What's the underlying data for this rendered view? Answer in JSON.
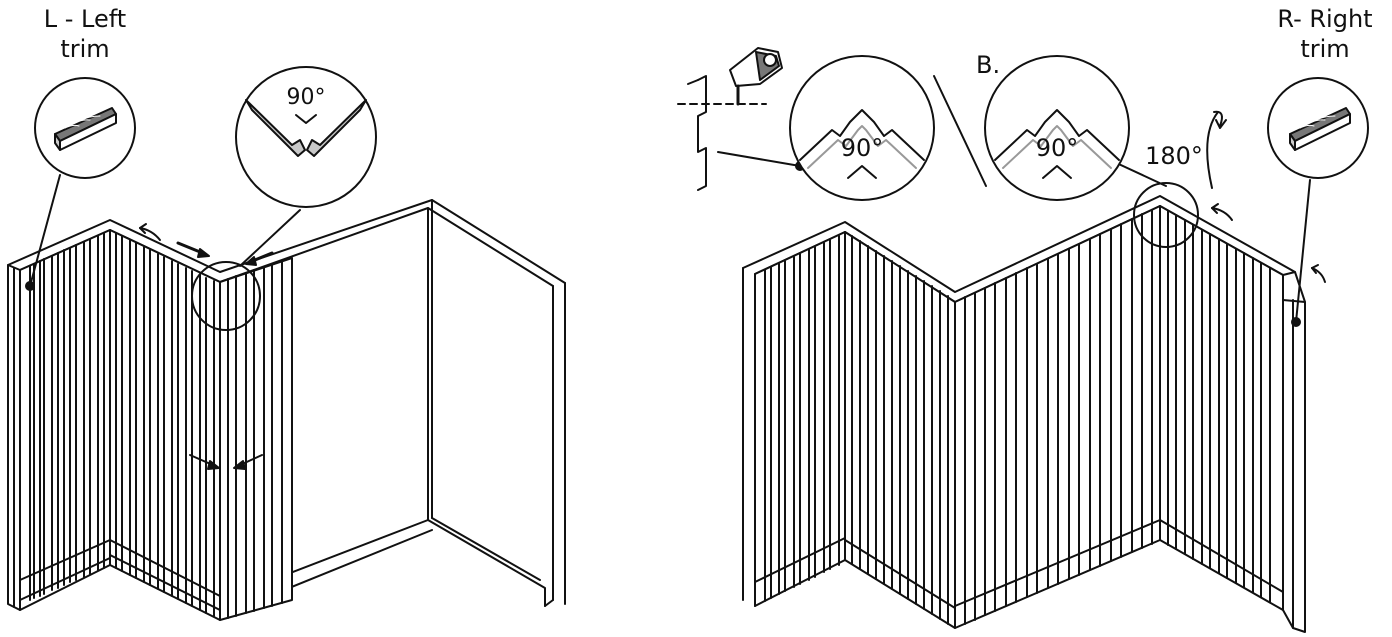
{
  "labels": {
    "left_trim_line1": "L - Left",
    "left_trim_line2": "trim",
    "right_trim_line1": "R- Right",
    "right_trim_line2": "trim",
    "variant_b": "B."
  },
  "angles": {
    "left_corner_detail": "90°",
    "cut_detail": "90°",
    "b_detail": "90°",
    "rotation": "180°"
  },
  "colors": {
    "line": "#111111",
    "panel_cut": "#c8c8c8",
    "wood": "#777777"
  }
}
